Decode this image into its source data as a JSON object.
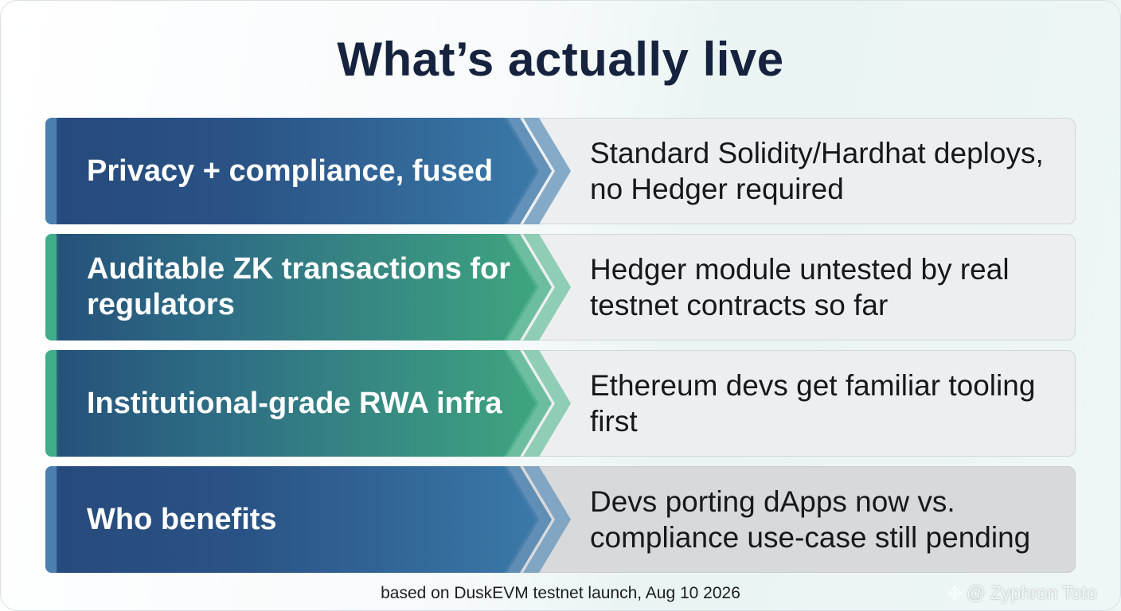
{
  "title": "What’s actually live",
  "rows": [
    {
      "left": "Privacy + compliance, fused",
      "right": "Standard Solidity/Hardhat deploys, no Hedger required",
      "color": "#2a5385"
    },
    {
      "left": "Auditable ZK transactions for regulators",
      "right": "Hedger module untested by real testnet contracts so far",
      "color": "#3fa57f"
    },
    {
      "left": "Institutional-grade RWA infra",
      "right": "Ethereum devs get familiar tooling first",
      "color": "#3fa57f"
    },
    {
      "left": "Who benefits",
      "right": "Devs porting dApps now vs. compliance use-case still pending",
      "color": "#2a5385"
    }
  ],
  "footer": "based on DuskEVM testnet launch, Aug 10 2026",
  "watermark": {
    "icon": "binance-icon",
    "text": "@ Zyphron Toto"
  }
}
